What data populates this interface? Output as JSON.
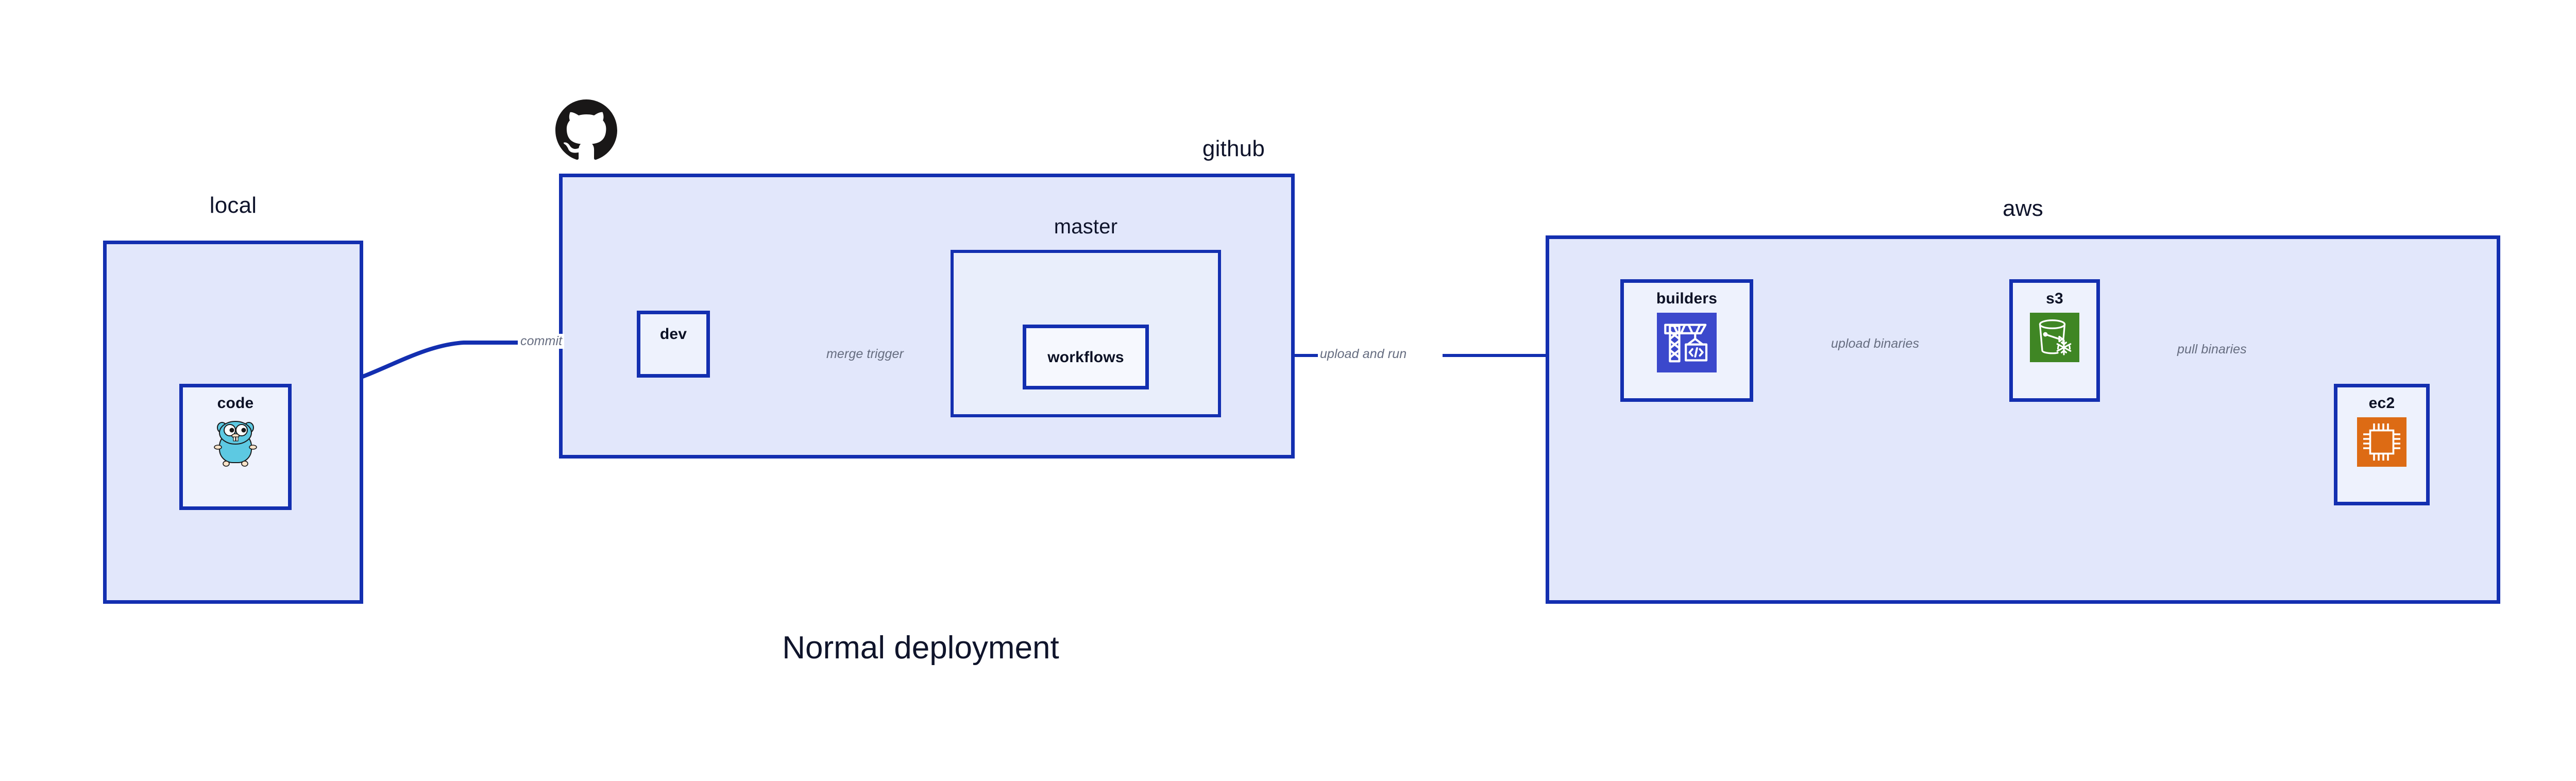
{
  "diagram": {
    "title": "Normal deployment",
    "colors": {
      "group_border": "#132fb0",
      "group_fill": "#e2e7fb",
      "node_fill": "#eef2fd",
      "edge_line": "#132fb0",
      "edge_label_text": "#666d80",
      "title_text": "#0f142b",
      "codebuild_blue": "#3b48cc",
      "s3_green": "#3f8624",
      "ec2_orange": "#dd6b14",
      "gopher_cyan": "#5dc9e2",
      "github_black": "#191717"
    }
  },
  "groups": {
    "local": {
      "label": "local"
    },
    "github": {
      "label": "github"
    },
    "master": {
      "label": "master"
    },
    "aws": {
      "label": "aws"
    }
  },
  "nodes": {
    "code": {
      "label": "code",
      "icon": "go-gopher-icon"
    },
    "dev": {
      "label": "dev",
      "icon": "none"
    },
    "workflows": {
      "label": "workflows",
      "icon": "none"
    },
    "builders": {
      "label": "builders",
      "icon": "aws-codebuild-icon"
    },
    "s3": {
      "label": "s3",
      "icon": "aws-s3-icon"
    },
    "ec2": {
      "label": "ec2",
      "icon": "aws-ec2-icon"
    }
  },
  "icons": {
    "github_logo": "github-octocat-icon"
  },
  "edges": [
    {
      "id": "commit",
      "label": "commit",
      "from": "code",
      "to": "dev"
    },
    {
      "id": "merge-trigger",
      "label": "merge trigger",
      "from": "dev",
      "to": "workflows"
    },
    {
      "id": "upload-and-run",
      "label": "upload and run",
      "from": "workflows",
      "to": "builders"
    },
    {
      "id": "upload-binaries",
      "label": "upload binaries",
      "from": "builders",
      "to": "s3"
    },
    {
      "id": "pull-binaries",
      "label": "pull binaries",
      "from": "s3",
      "to": "ec2"
    }
  ]
}
